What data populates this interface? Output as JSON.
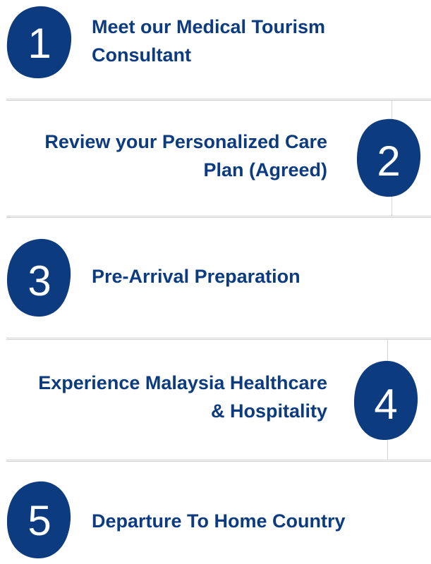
{
  "colors": {
    "primary": "#0c3b80",
    "divider": "#cfcfcf",
    "background": "#ffffff"
  },
  "steps": [
    {
      "number": "1",
      "title_line1": "Meet our Medical Tourism",
      "title_line2": "Consultant"
    },
    {
      "number": "2",
      "title_line1": "Review your Personalized Care",
      "title_line2": "Plan (Agreed)"
    },
    {
      "number": "3",
      "title_line1": "Pre-Arrival Preparation",
      "title_line2": ""
    },
    {
      "number": "4",
      "title_line1": "Experience Malaysia Healthcare",
      "title_line2": "& Hospitality"
    },
    {
      "number": "5",
      "title_line1": "Departure To Home Country",
      "title_line2": ""
    }
  ]
}
